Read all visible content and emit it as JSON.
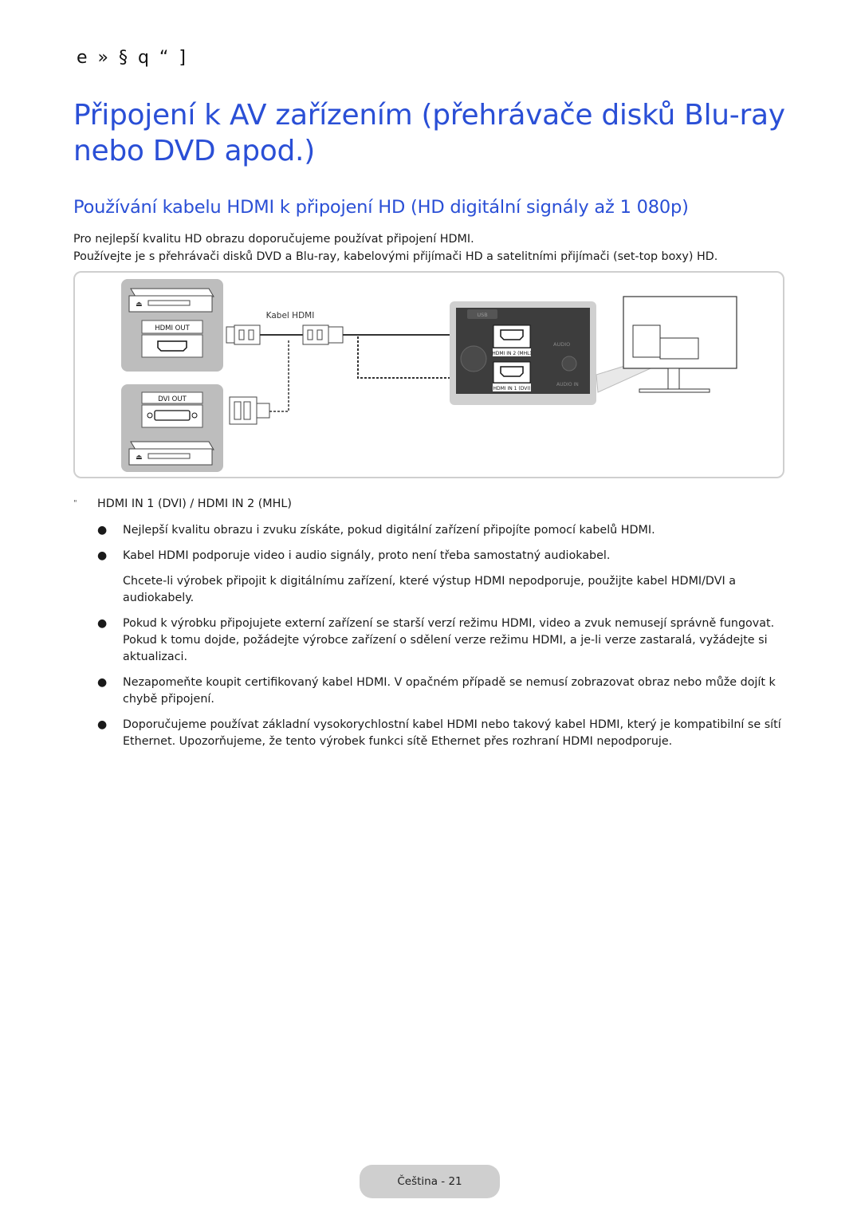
{
  "header_glyphs": "e » § q “ ]",
  "title": "Připojení k AV zařízením (přehrávače disků Blu-ray nebo DVD apod.)",
  "subtitle": "Používání kabelu HDMI k připojení HD (HD digitální signály až 1 080p)",
  "intro": [
    "Pro nejlepší kvalitu HD obrazu doporučujeme používat připojení HDMI.",
    "Používejte je s přehrávači disků DVD a Blu-ray, kabelovými přijímači HD a satelitními přijímači (set-top boxy) HD."
  ],
  "diagram": {
    "cable_label": "Kabel HDMI",
    "hdmi_out_label": "HDMI OUT",
    "dvi_out_label": "DVI OUT",
    "usb_label": "USB",
    "hdmi_in2_label": "HDMI IN 2 (MHL)",
    "hdmi_in1_label": "HDMI IN 1 (DVI)",
    "audio_label": "AUDIO",
    "audio_in_label": "AUDIO IN"
  },
  "note": {
    "mark": "\"",
    "text": "HDMI IN 1 (DVI) / HDMI IN 2 (MHL)"
  },
  "bullets": [
    "Nejlepší kvalitu obrazu i zvuku získáte, pokud digitální zařízení připojíte pomocí kabelů HDMI.",
    "Kabel HDMI podporuje video i audio signály, proto není třeba samostatný audiokabel."
  ],
  "subnote": "Chcete-li výrobek připojit k digitálnímu zařízení, které výstup HDMI nepodporuje, použijte kabel HDMI/DVI a audiokabely.",
  "bullets2": [
    "Pokud k výrobku připojujete externí zařízení se starší verzí režimu HDMI, video a zvuk nemusejí správně fungovat. Pokud k tomu dojde, požádejte výrobce zařízení o sdělení verze režimu HDMI, a je-li verze zastaralá, vyžádejte si aktualizaci.",
    "Nezapomeňte koupit certifikovaný kabel HDMI. V opačném případě se nemusí zobrazovat obraz nebo může dojít k chybě připojení.",
    "Doporučujeme používat základní vysokorychlostní kabel HDMI nebo takový kabel HDMI, který je kompatibilní se sítí Ethernet. Upozorňujeme, že tento výrobek funkci sítě Ethernet přes rozhraní HDMI nepodporuje."
  ],
  "footer": "Čeština - 21"
}
